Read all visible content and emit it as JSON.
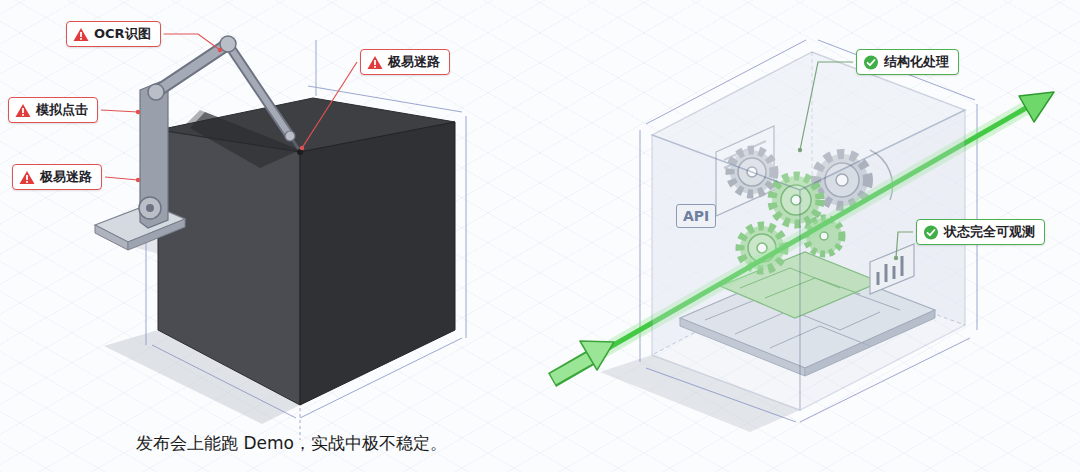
{
  "diagram": {
    "caption": "发布会上能跑 Demo，实战中极不稳定。",
    "nodes": [
      {
        "text": [
          "OCR识图"
        ]
      },
      {
        "text": [
          "极易迷路"
        ]
      },
      {
        "text": [
          "模拟点击"
        ]
      },
      {
        "text": [
          "极易迷路"
        ]
      },
      {
        "text": [
          "结构化处理"
        ]
      },
      {
        "text": [
          "API"
        ]
      },
      {
        "text": [
          "状态完全可观测"
        ]
      }
    ]
  }
}
